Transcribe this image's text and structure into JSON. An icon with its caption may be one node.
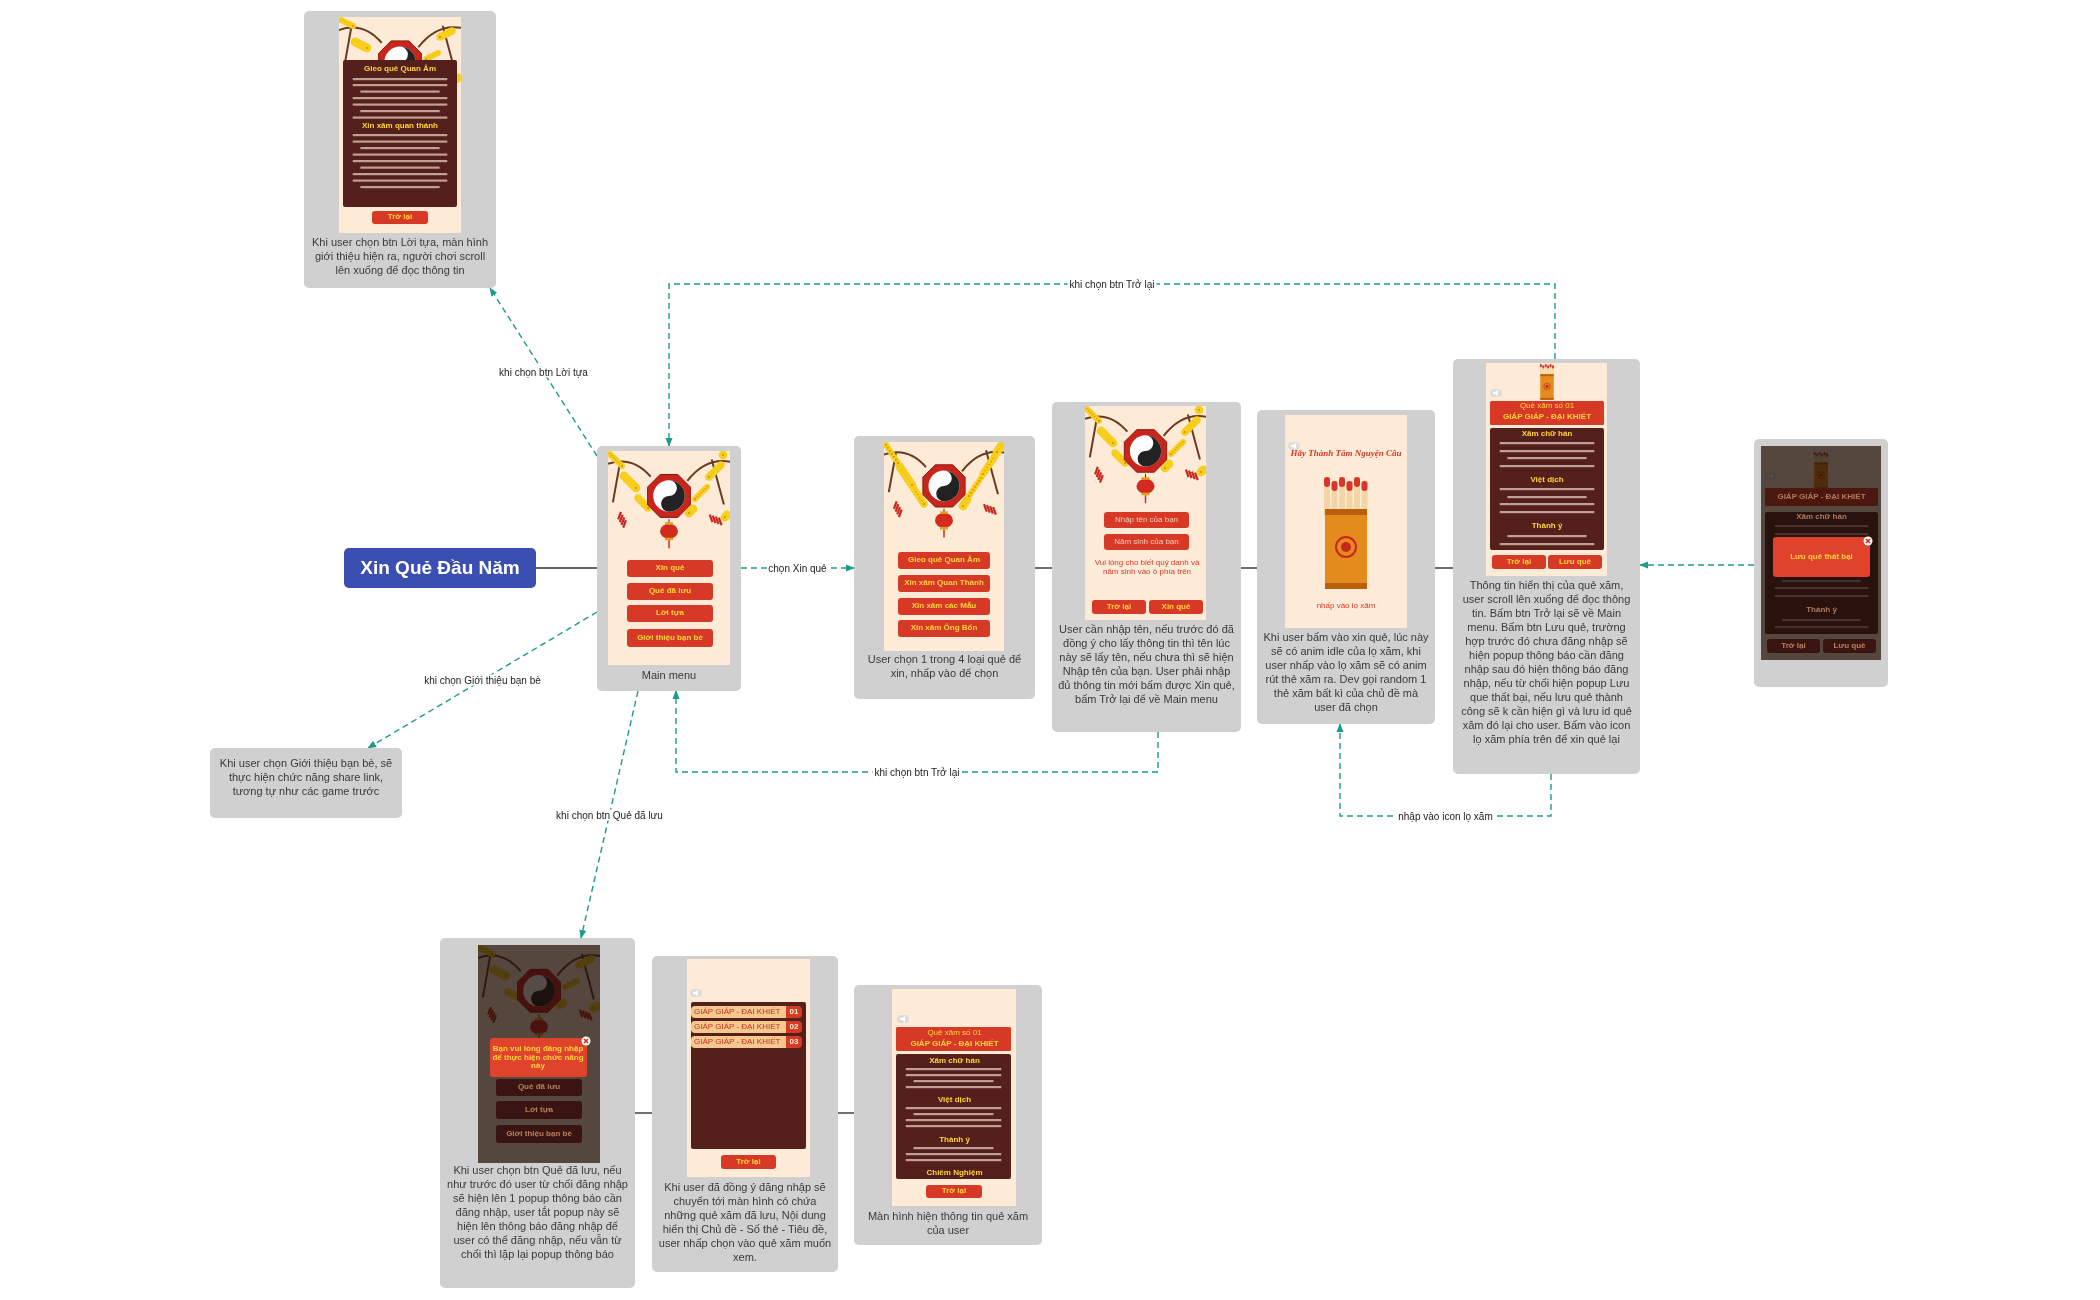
{
  "diagram": {
    "nodes": [
      {
        "text": [
          "Khi user chọn btn Lời tựa, màn hình giới thiệu hiện ra, người chơi scroll lên xuống để đọc thông tin"
        ]
      },
      {
        "text": [
          "Xin Quẻ Đầu Năm"
        ]
      },
      {
        "text": [
          "Main menu"
        ]
      },
      {
        "text": [
          "User chọn 1 trong 4 loại quẻ để xin, nhấp vào để chọn"
        ]
      },
      {
        "text": [
          "User cần nhập tên, nếu trước đó đã đồng ý cho lấy thông tin thì tên lúc này sẽ lấy tên, nếu chưa thì sẽ hiện Nhập tên của bạn. User phải nhập đủ thông tin mới bấm được Xin quẻ, bấm Trở lại để về Main menu"
        ]
      },
      {
        "text": [
          "Khi user bấm vào xin quẻ, lúc này sẽ có anim idle của lọ xăm, khi user nhấp vào lọ xăm sẽ có anim rút thẻ xăm ra. Dev gọi random 1 thẻ xăm bất kì của chủ đề mà user đã chọn"
        ]
      },
      {
        "text": [
          "Thông tin hiển thị của quẻ xăm, user scroll lên xuống để đọc thông tin. Bấm btn Trở lại sẽ về Main menu. Bấm btn Lưu quẻ, trường hợp trước đó chưa đăng nhập sẽ hiện popup thông báo cần đăng nhập sau đó hiện thông báo đăng nhập, nếu từ chối hiện popup Lưu que thất bại, nếu lưu quẻ thành công sẽ k cần hiện gì và lưu id quẻ xăm đó lại cho user. Bấm vào icon lọ xăm phía trên để xin quẻ lại"
        ]
      },
      {
        "text": [],
        "shape": "picture"
      },
      {
        "text": [
          "Khi user chọn Giới thiệu bạn bè, sẽ thực hiện chức năng share link, tương tự như các game trước"
        ]
      },
      {
        "text": [
          "Khi user chọn btn Quẻ đã lưu, nếu như trước đó user từ chối đăng nhập sẽ hiện lên 1 popup thông báo cần đăng nhập, user tắt popup này sẽ hiện lên thông báo đăng nhập để user có thể đăng nhập, nếu vẫn từ chối thì lặp lại popup thông báo"
        ]
      },
      {
        "text": [
          "Khi user đã đồng ý đăng nhập sẽ chuyển tới màn hình có chứa những quẻ xăm đã lưu, Nội dung hiển thị Chủ đề - Số thẻ - Tiêu đề, user nhấp chọn vào quẻ xăm muốn xem."
        ]
      },
      {
        "text": [
          "Màn hình hiện thông tin quẻ xăm của user"
        ]
      }
    ],
    "edges": [
      {
        "from": 1,
        "to": 2,
        "arrow": "none",
        "color": "#333333"
      },
      {
        "from": 2,
        "to": 0,
        "arrow": "to",
        "label": "khi chọn btn Lời tựa",
        "style": "dashed"
      },
      {
        "from": 2,
        "to": 8,
        "arrow": "to",
        "label": "khi chọn Giới thiệu bạn bè",
        "style": "dashed"
      },
      {
        "from": 2,
        "to": 3,
        "arrow": "to",
        "label": "chọn Xin quẻ",
        "style": "dashed"
      },
      {
        "from": 3,
        "to": 4,
        "arrow": "none",
        "color": "#333333"
      },
      {
        "from": 4,
        "to": 5,
        "arrow": "none",
        "color": "#333333"
      },
      {
        "from": 5,
        "to": 6,
        "arrow": "none",
        "color": "#333333"
      },
      {
        "from": 6,
        "to": 2,
        "arrow": "to",
        "label": "khi chọn btn Trở lại",
        "style": "dashed"
      },
      {
        "from": 4,
        "to": 2,
        "arrow": "to",
        "label": "khi chọn btn Trở lại",
        "style": "dashed"
      },
      {
        "from": 6,
        "to": 5,
        "arrow": "to",
        "label": "nhập vào icon lọ xăm",
        "style": "dashed"
      },
      {
        "from": 7,
        "to": 6,
        "arrow": "to",
        "style": "dashed"
      },
      {
        "from": 2,
        "to": 9,
        "arrow": "to",
        "label": "khi chọn btn Quẻ đã lưu",
        "style": "dashed"
      },
      {
        "from": 9,
        "to": 10,
        "arrow": "none",
        "color": "#333333"
      },
      {
        "from": 10,
        "to": 11,
        "arrow": "none",
        "color": "#333333"
      }
    ],
    "labels": [
      "Gieo quẻ Quan Âm",
      "Xin xăm quan thánh",
      "Trở lại",
      "Xin quẻ",
      "Quẻ đã lưu",
      "Lời tựa",
      "Giới thiệu bạn bè",
      "Gieo quẻ Quan Âm",
      "Xin xăm Quan Thánh",
      "Xin xăm các Mẫu",
      "Xin xăm Ông Bổn",
      "Nhập tên của bạn",
      "Năm sinh của bạn",
      "Vui lòng cho biết quý danh và năm sinh vào ô phía trên",
      "Trở lại",
      "Xin quẻ",
      "Hãy Thành Tâm Nguyện Cầu",
      "nhấp vào lọ xăm",
      "Quẻ xăm số 01",
      "GIÁP GIÁP - ĐẠI KHIẾT",
      "Xăm chữ hán",
      "Việt dịch",
      "Thành ý",
      "Trở lại",
      "Lưu quẻ",
      "GIÁP GIÁP - ĐẠI KHIẾT",
      "Xăm chữ hán",
      "Lưu quẻ thất bại",
      "Thành ý",
      "Trở lại",
      "Lưu quẻ",
      "Bạn vui lòng đăng nhập để thực hiện chức năng này",
      "Quẻ đã lưu",
      "Lời tựa",
      "Giới thiệu bạn bè",
      "GIÁP GIÁP - ĐẠI KHIẾT",
      "01",
      "GIÁP GIÁP - ĐẠI KHIẾT",
      "02",
      "GIÁP GIÁP - ĐẠI KHIẾT",
      "03",
      "Trở lại",
      "Quẻ xăm số 01",
      "GIÁP GIÁP - ĐẠI KHIẾT",
      "Xăm chữ hán",
      "Việt dịch",
      "Thành ý",
      "Chiêm Nghiệm",
      "Trở lại"
    ]
  }
}
